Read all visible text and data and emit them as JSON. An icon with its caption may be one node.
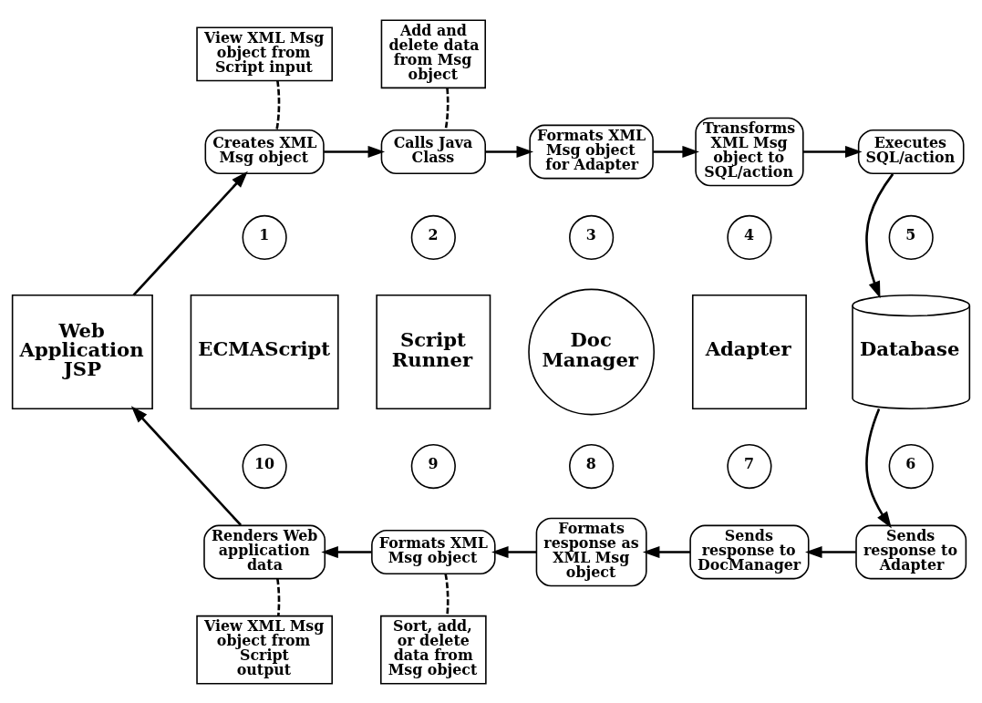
{
  "diagram": {
    "nodes": [
      {
        "text": [
          "View XML Msg object from Script input"
        ]
      },
      {
        "text": [
          "Add and delete data from Msg object"
        ]
      },
      {
        "text": [
          "Creates XML Msg object"
        ]
      },
      {
        "text": [
          "Calls Java Class"
        ]
      },
      {
        "text": [
          "Formats XML Msg object for Adapter"
        ]
      },
      {
        "text": [
          "Transforms XML Msg object to SQL/action"
        ]
      },
      {
        "text": [
          "Executes SQL/action"
        ]
      },
      {
        "text": [
          "1"
        ]
      },
      {
        "text": [
          "2"
        ]
      },
      {
        "text": [
          "3"
        ]
      },
      {
        "text": [
          "4"
        ]
      },
      {
        "text": [
          "5"
        ]
      },
      {
        "text": [
          "Web Application JSP"
        ]
      },
      {
        "text": [
          "ECMAScript"
        ]
      },
      {
        "text": [
          "Script Runner"
        ]
      },
      {
        "text": [
          "Doc Manager"
        ]
      },
      {
        "text": [
          "Adapter"
        ]
      },
      {
        "text": [
          "Database"
        ]
      },
      {
        "text": [
          "10"
        ]
      },
      {
        "text": [
          "9"
        ]
      },
      {
        "text": [
          "8"
        ]
      },
      {
        "text": [
          "7"
        ]
      },
      {
        "text": [
          "6"
        ]
      },
      {
        "text": [
          "Renders Web application data"
        ]
      },
      {
        "text": [
          "Formats XML Msg object"
        ]
      },
      {
        "text": [
          "Formats response as XML Msg object"
        ]
      },
      {
        "text": [
          "Sends response to DocManager"
        ]
      },
      {
        "text": [
          "Sends response to Adapter"
        ]
      },
      {
        "text": [
          "View XML Msg object from Script output"
        ]
      },
      {
        "text": [
          "Sort, add, or delete data from Msg object"
        ]
      }
    ],
    "edges": [
      {
        "from": 0,
        "to": 2,
        "arrow": "none",
        "style": "dashed"
      },
      {
        "from": 1,
        "to": 3,
        "arrow": "none",
        "style": "dashed"
      },
      {
        "from": 2,
        "to": 3,
        "arrow": "to"
      },
      {
        "from": 3,
        "to": 4,
        "arrow": "to"
      },
      {
        "from": 4,
        "to": 5,
        "arrow": "to"
      },
      {
        "from": 5,
        "to": 6,
        "arrow": "to"
      },
      {
        "from": 6,
        "to": 17,
        "arrow": "to"
      },
      {
        "from": 17,
        "to": 27,
        "arrow": "to"
      },
      {
        "from": 27,
        "to": 26,
        "arrow": "to"
      },
      {
        "from": 26,
        "to": 25,
        "arrow": "to"
      },
      {
        "from": 25,
        "to": 24,
        "arrow": "to"
      },
      {
        "from": 24,
        "to": 23,
        "arrow": "to"
      },
      {
        "from": 23,
        "to": 12,
        "arrow": "to"
      },
      {
        "from": 12,
        "to": 2,
        "arrow": "to"
      },
      {
        "from": 23,
        "to": 28,
        "arrow": "none",
        "style": "dashed"
      },
      {
        "from": 24,
        "to": 29,
        "arrow": "none",
        "style": "dashed"
      }
    ]
  }
}
